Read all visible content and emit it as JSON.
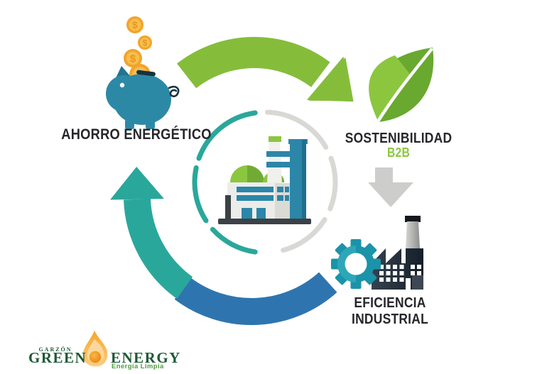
{
  "labels": {
    "ahorro_energetico": "AHORRO ENERGÉTICO",
    "sostenibilidad": "SOSTENIBILIDAD",
    "b2b": "B2B",
    "eficiencia": "EFICIENCIA",
    "industrial": "INDUSTRIAL"
  },
  "logo": {
    "brand_top": "GARZÓN",
    "brand_left": "GREEN",
    "brand_right": "ENERGY",
    "tagline": "Energía Limpia"
  },
  "icons": {
    "coin_symbol": "$",
    "names": [
      "piggy-bank-icon",
      "coins-icon",
      "leaf-icon",
      "down-arrow-icon",
      "gear-icon",
      "industrial-factory-icon",
      "eco-factory-icon",
      "cycle-arrow-green",
      "cycle-arrow-blue-teal",
      "dashed-progress-circle",
      "flame-icon"
    ]
  },
  "colors": {
    "arc_green": "#85BD3B",
    "arc_teal": "#2AA79B",
    "arc_blue": "#2E75AF",
    "dash_teal": "#2AA79B",
    "dash_gray": "#D8D8D5",
    "down_arrow_gray": "#CDCDCB",
    "leaf_light": "#8CC63F",
    "leaf_dark": "#69A92F",
    "pig_body": "#2C89A6",
    "coin_gold": "#F1A42C",
    "coin_gold_light": "#F8BE4B",
    "coin_symbol_color": "#E8951F",
    "stripe_teal": "#2B86A8",
    "dome_green": "#8CC63F",
    "dome_green_dark": "#72AB33",
    "gear_teal": "#1B93A9",
    "factory_dark": "#222C37",
    "text_dark": "#26262B",
    "b2b_green": "#8CC63F",
    "logo_green": "#1D5A36",
    "tagline_green": "#4E9C3C"
  }
}
